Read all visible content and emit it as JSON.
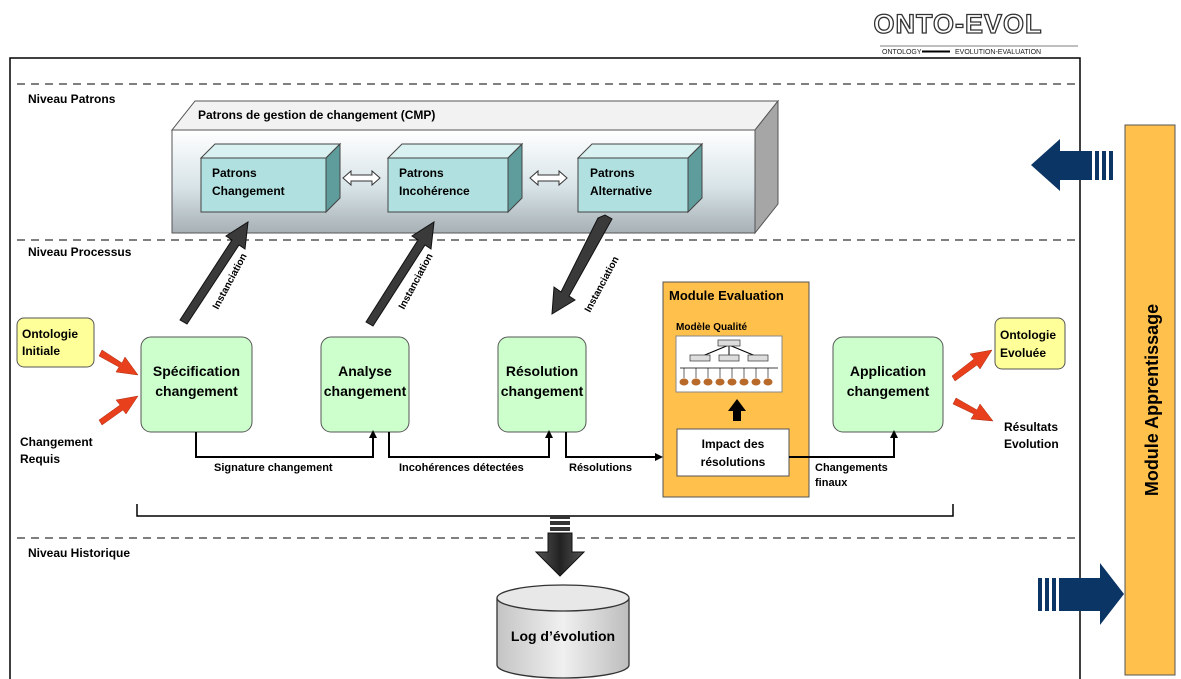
{
  "logo": {
    "name": "ONTO-EVOL",
    "tagline_left": "ONTOLOGY",
    "tagline_right": "EVOLUTION-EVALUATION"
  },
  "levels": {
    "patrons": "Niveau Patrons",
    "processus": "Niveau Processus",
    "historique": "Niveau Historique"
  },
  "cmp": {
    "title": "Patrons de gestion de changement (CMP)",
    "boxes": [
      {
        "line1": "Patrons",
        "line2": "Changement"
      },
      {
        "line1": "Patrons",
        "line2": "Incohérence"
      },
      {
        "line1": "Patrons",
        "line2": "Alternative"
      }
    ]
  },
  "instanciation": "Instanciation",
  "inputs": {
    "ontologie_initiale": {
      "line1": "Ontologie",
      "line2": "Initiale"
    },
    "changement_requis": {
      "line1": "Changement",
      "line2": "Requis"
    }
  },
  "processes": [
    {
      "line1": "Spécification",
      "line2": "changement"
    },
    {
      "line1": "Analyse",
      "line2": "changement"
    },
    {
      "line1": "Résolution",
      "line2": "changement"
    },
    {
      "line1": "Application",
      "line2": "changement"
    }
  ],
  "module_evaluation": {
    "title": "Module Evaluation",
    "quality_label": "Modèle Qualité",
    "impact": {
      "line1": "Impact des",
      "line2": "résolutions"
    }
  },
  "flows": {
    "signature": "Signature changement",
    "incoherences": "Incohérences détectées",
    "resolutions": "Résolutions",
    "changements_finaux": {
      "line1": "Changements",
      "line2": "finaux"
    }
  },
  "outputs": {
    "ontologie_evoluee": {
      "line1": "Ontologie",
      "line2": "Evoluée"
    },
    "resultats": {
      "line1": "Résultats",
      "line2": "Evolution"
    }
  },
  "log": "Log d’évolution",
  "module_apprentissage": "Module Apprentissage",
  "colors": {
    "process_fill": "#ccffcc",
    "input_fill": "#ffff99",
    "module_fill": "#ffc04c",
    "cmp_box_fill": "#b0e0e0",
    "big_arrow": "#0b3565",
    "red_arrow": "#e8401c",
    "dark_arrow": "#404040"
  }
}
